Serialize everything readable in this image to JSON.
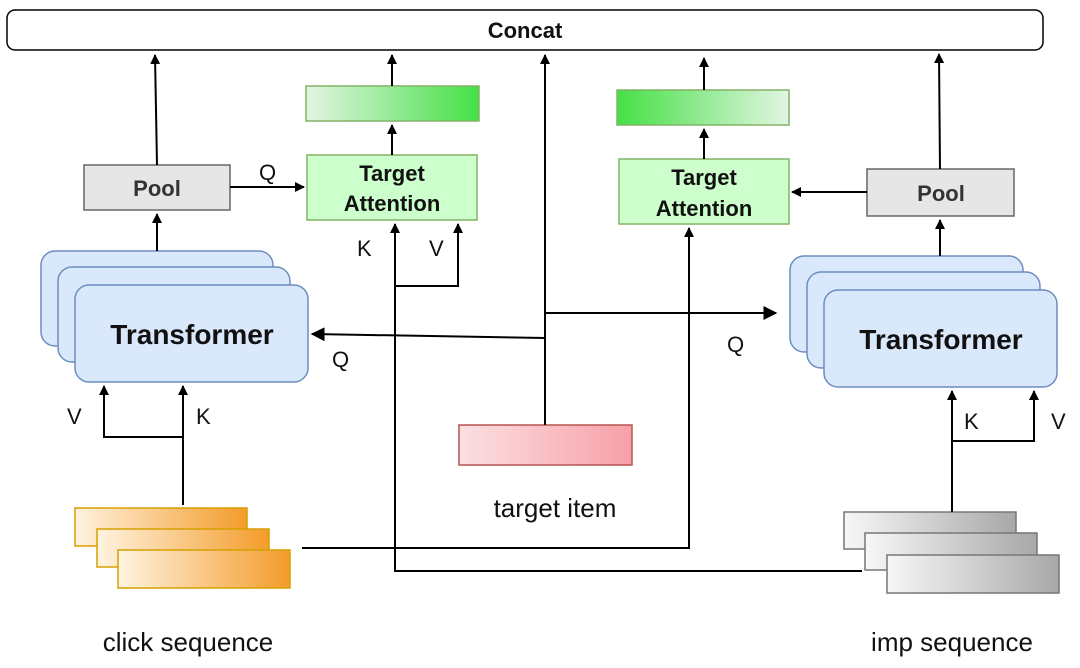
{
  "concat": {
    "label": "Concat"
  },
  "left": {
    "pool": "Pool",
    "attention": {
      "line1": "Target",
      "line2": "Attention"
    },
    "transformer": "Transformer",
    "q_to_attention": "Q",
    "k_to_attention": "K",
    "v_to_attention": "V",
    "q_to_transformer": "Q",
    "v_input": "V",
    "k_input": "K",
    "sequence_label": "click sequence"
  },
  "right": {
    "pool": "Pool",
    "attention": {
      "line1": "Target",
      "line2": "Attention"
    },
    "transformer": "Transformer",
    "q_to_transformer": "Q",
    "k_input": "K",
    "v_input": "V",
    "sequence_label": "imp sequence"
  },
  "target": {
    "label": "target item"
  },
  "colors": {
    "transformer_fill": "#dae8fc",
    "transformer_stroke": "#6c8ebf",
    "attention_fill": "#ccffcc",
    "attention_stroke": "#82b366",
    "pool_fill": "#e6e6e6",
    "pool_stroke": "#666666",
    "output_green": "#4be34b",
    "target_red": "#f7a0a8",
    "click_orange": "#f39c2a",
    "imp_gray": "#a8a8a8"
  }
}
